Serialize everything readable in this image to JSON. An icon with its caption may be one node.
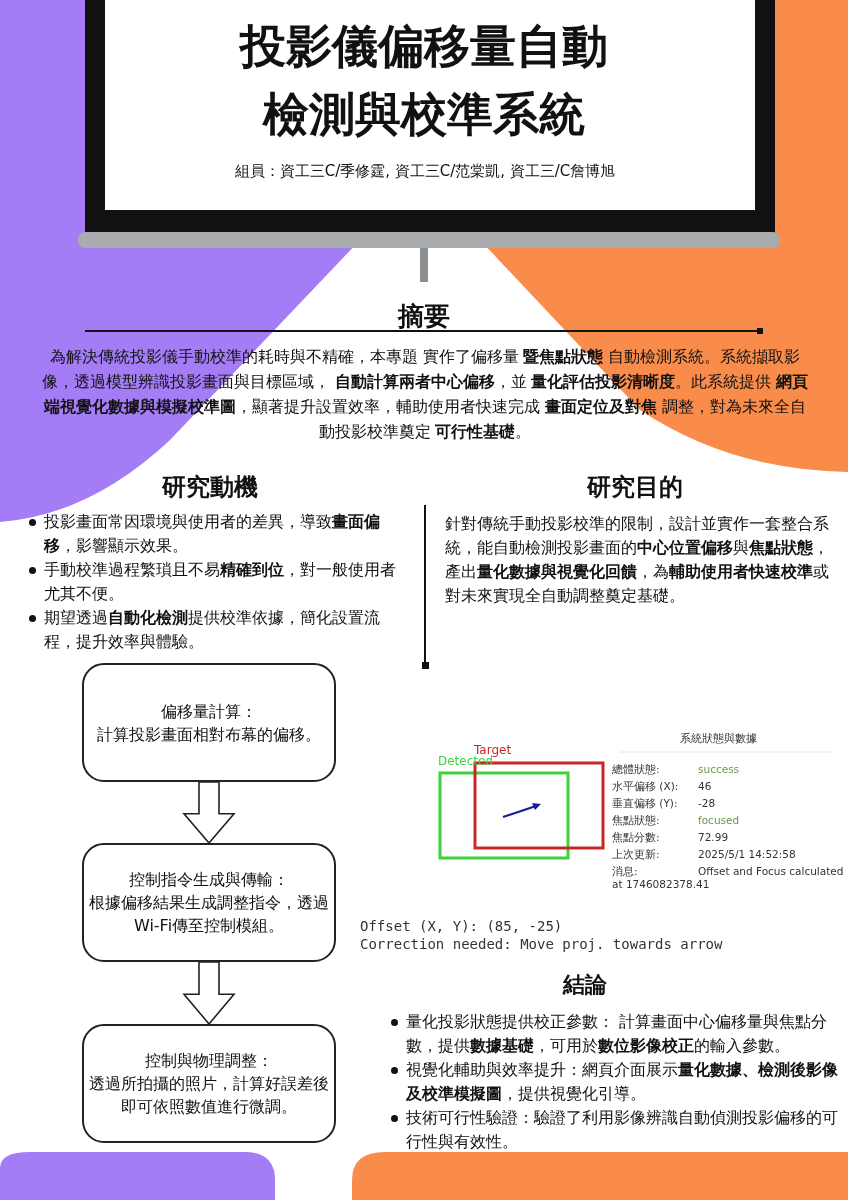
{
  "diagram": {
    "title": "投影儀偏移量自動檢測與校準系統",
    "nodes": [
      {
        "text": [
          "偏移量計算：",
          "計算投影畫面相對布幕的偏移。"
        ]
      },
      {
        "text": [
          "控制指令生成與傳輸：",
          "根據偏移結果生成調整指令，透過 Wi-Fi傳至控制模組。"
        ]
      },
      {
        "text": [
          "控制與物理調整：",
          "透過所拍攝的照片，計算好誤差後即可依照數值進行微調。"
        ]
      }
    ],
    "edges": [
      {
        "from": 0,
        "to": 1,
        "arrow": "to"
      },
      {
        "from": 1,
        "to": 2,
        "arrow": "to"
      }
    ],
    "labels": [
      "組員：資工三C/季修霆, 資工三C/范棠凱, 資工三/C詹博旭",
      "摘要",
      "為解決傳統投影儀手動校準的耗時與不精確，本專題 實作了偏移量 **暨焦點狀態** 自動檢測系統。系統擷取影像，透過模型辨識投影畫面與目標區域， **自動計算兩者中心偏移**，並 **量化評估投影清晰度**。此系統提供 **網頁端視覺化數據與模擬校準圖**，顯著提升設置效率，輔助使用者快速完成 **畫面定位及對焦** 調整，對為未來全自動投影校準奠定 **可行性基礎**。",
      "研究動機",
      "投影畫面常因環境與使用者的差異，導致**畫面偏移**，影響顯示效果。",
      "手動校準過程繁瑣且不易**精確到位**，對一般使用者尤其不便。",
      "期望透過**自動化檢測**提供校準依據，簡化設置流程，提升效率與體驗。",
      "研究目的",
      "針對傳統手動投影校準的限制，設計並實作一套整合系統，能自動檢測投影畫面的**中心位置偏移**與**焦點狀態**，產出**量化數據與視覺化回饋**，為**輔助使用者快速校準**或對未來實現全自動調整奠定基礎。",
      "Target",
      "Detected",
      "系統狀態與數據",
      "總體狀態:",
      "success",
      "水平偏移 (X):",
      "46",
      "垂直偏移 (Y):",
      "-28",
      "焦點狀態:",
      "focused",
      "焦點分數:",
      "72.99",
      "上次更新:",
      "2025/5/1 14:52:58",
      "消息:",
      "Offset and Focus calculated at 1746082378.41",
      "Offset (X, Y): (85, -25)",
      "Correction needed: Move proj. towards arrow",
      "結論",
      "量化投影狀態提供校正參數： 計算畫面中心偏移量與焦點分數，提供**數據基礎**，可用於**數位影像校正**的輸入參數。",
      "視覺化輔助與效率提升：網頁介面展示**量化數據、檢測後影像及校準模擬圖**，提供視覺化引導。",
      "技術可行性驗證：驗證了利用影像辨識自動偵測投影偏移的可行性與有效性。"
    ]
  }
}
